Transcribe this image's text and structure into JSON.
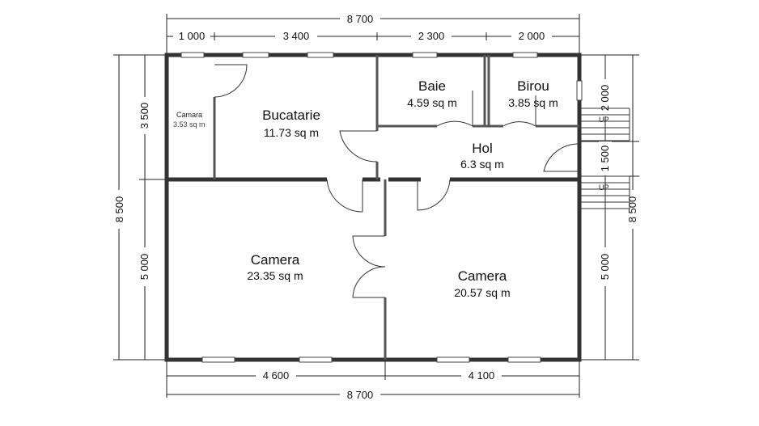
{
  "plan": {
    "dimensions": {
      "top_total": "8 700",
      "top_segments": [
        "1 000",
        "3 400",
        "2 300",
        "2 000"
      ],
      "bottom_segments": [
        "4 600",
        "4 100"
      ],
      "bottom_total": "8 700",
      "left_total": "8 500",
      "left_segments": [
        "3 500",
        "5 000"
      ],
      "right_segments": [
        "2 000",
        "1 500",
        "5 000"
      ],
      "right_total": "8 500"
    },
    "rooms": [
      {
        "name": "Camara",
        "area": "3.53 sq m"
      },
      {
        "name": "Bucatarie",
        "area": "11.73 sq m"
      },
      {
        "name": "Baie",
        "area": "4.59 sq m"
      },
      {
        "name": "Birou",
        "area": "3.85 sq m"
      },
      {
        "name": "Hol",
        "area": "6.3 sq m"
      },
      {
        "name": "Camera",
        "area": "23.35 sq m"
      },
      {
        "name": "Camera",
        "area": "20.57 sq m"
      }
    ],
    "stairs_label": "UP"
  }
}
